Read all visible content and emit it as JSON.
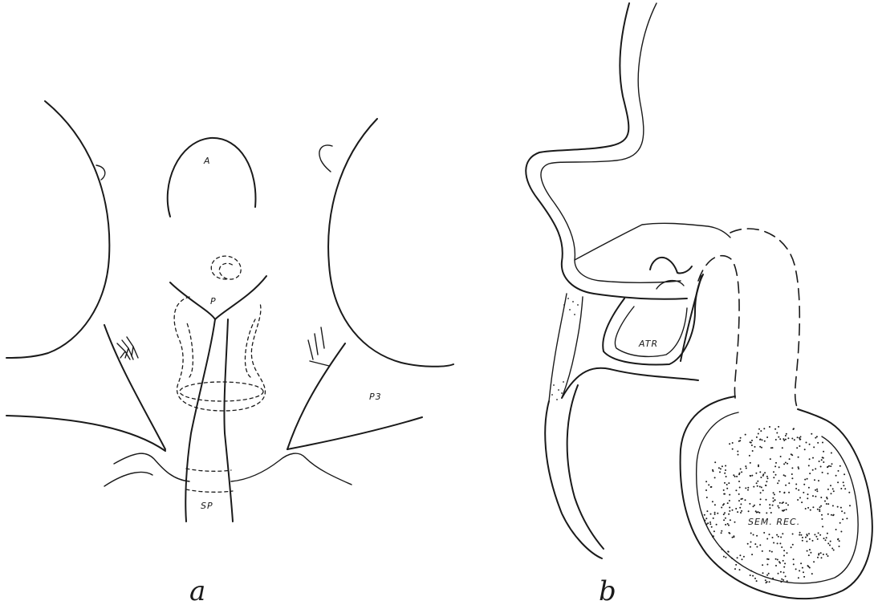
{
  "labels": {
    "a_A": "A",
    "a_P": "P",
    "a_P3": "P3",
    "a_SP": "SP",
    "b_ATR": "ATR",
    "b_SEMREC": "SEM. REC."
  },
  "panels": {
    "a": "a",
    "b": "b"
  }
}
